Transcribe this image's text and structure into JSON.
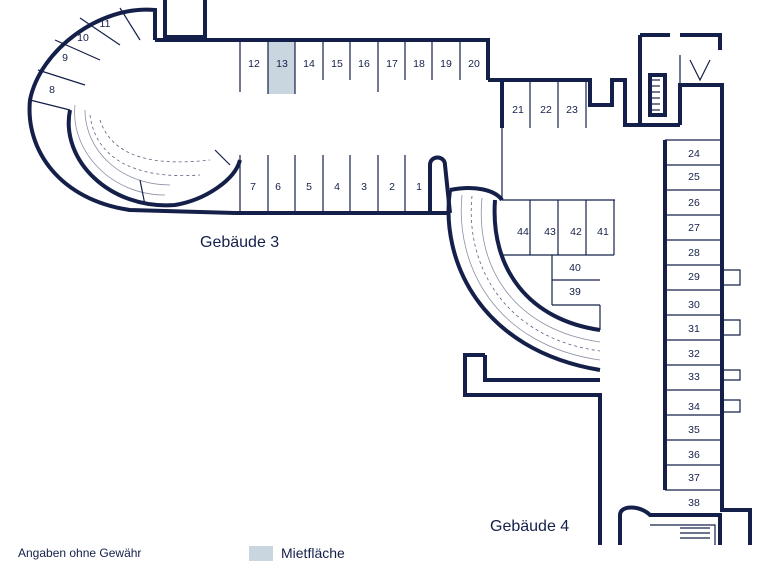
{
  "spaces_top": [
    "12",
    "13",
    "14",
    "15",
    "16",
    "17",
    "18",
    "19",
    "20"
  ],
  "spaces_bottom": [
    "7",
    "6",
    "5",
    "4",
    "3",
    "2",
    "1"
  ],
  "spaces_curve": [
    "8",
    "9",
    "10",
    "11"
  ],
  "spaces_mid": [
    "21",
    "22",
    "23"
  ],
  "spaces_right": [
    "24",
    "25",
    "26",
    "27",
    "28",
    "29",
    "30",
    "31",
    "32",
    "33",
    "34",
    "35",
    "36",
    "37",
    "38"
  ],
  "spaces_center_row": [
    "44",
    "43",
    "42",
    "41"
  ],
  "spaces_center_stack": [
    "40",
    "39"
  ],
  "buildings": {
    "gebaeude3": "Gebäude 3",
    "gebaeude4": "Gebäude 4"
  },
  "highlighted_space": "13",
  "legend": {
    "label": "Mietfläche",
    "color": "#c9d6df"
  },
  "disclaimer": "Angaben ohne Gewähr",
  "colors": {
    "walls": "#15204a",
    "highlight": "#c9d6df",
    "background": "#ffffff"
  }
}
